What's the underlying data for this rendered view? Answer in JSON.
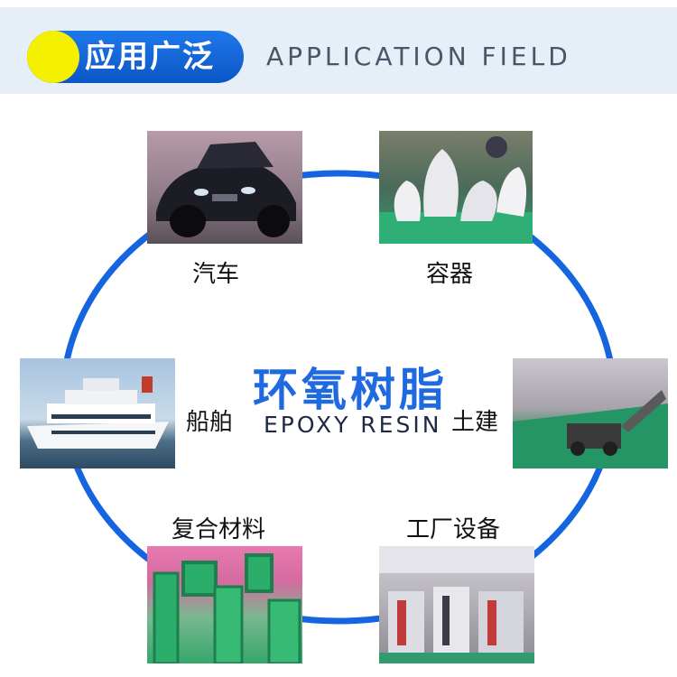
{
  "header": {
    "title_cn": "应用广泛",
    "title_en": "APPLICATION FIELD"
  },
  "center": {
    "title_cn": "环氧树脂",
    "title_en": "EPOXY RESIN"
  },
  "applications": {
    "auto": "汽车",
    "container": "容器",
    "ship": "船舶",
    "civil": "土建",
    "composite": "复合材料",
    "factory": "工厂设备"
  },
  "colors": {
    "ring": "#1565e0",
    "pill": "#1e78ea",
    "accent_dot": "#f4f000",
    "center_title": "#1f6ae0"
  }
}
